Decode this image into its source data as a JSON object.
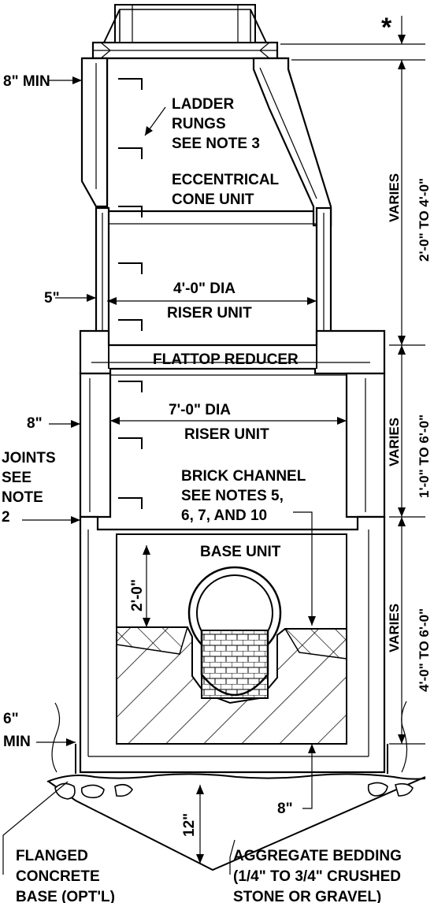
{
  "labels": {
    "min8": "8\" MIN",
    "ladder1": "LADDER",
    "ladder2": "RUNGS",
    "ladder3": "SEE NOTE 3",
    "ecc1": "ECCENTRICAL",
    "ecc2": "CONE UNIT",
    "dia4": "4'-0\" DIA",
    "riser1": "RISER UNIT",
    "five": "5\"",
    "flattop": "FLATTOP REDUCER",
    "eight1": "8\"",
    "dia7": "7'-0\" DIA",
    "riser2": "RISER UNIT",
    "joints1": "JOINTS",
    "joints2": "SEE",
    "joints3": "NOTE",
    "joints4": "2",
    "brick1": "BRICK CHANNEL",
    "brick2": "SEE NOTES 5,",
    "brick3": "6, 7, AND 10",
    "base": "BASE UNIT",
    "twoft": "2'-0\"",
    "six1": "6\"",
    "six2": "MIN",
    "eight2": "8\"",
    "twelve": "12\"",
    "flanged1": "FLANGED",
    "flanged2": "CONCRETE",
    "flanged3": "BASE (OPT'L)",
    "agg1": "AGGREGATE BEDDING",
    "agg2": "(1/4\" TO 3/4\" CRUSHED",
    "agg3": "STONE OR GRAVEL)",
    "asterisk": "*",
    "varies": "VARIES",
    "range1": "2'-0\" TO 4'-0\"",
    "range2": "1'-0\" TO 6'-0\"",
    "range3": "4'-0\" TO 6'-0\""
  }
}
